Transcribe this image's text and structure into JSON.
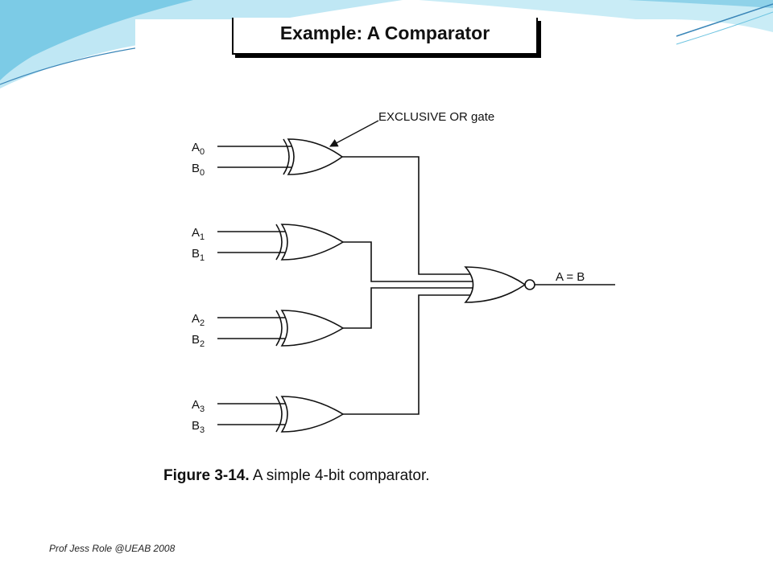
{
  "slide": {
    "title": "Example: A Comparator",
    "footer": "Prof Jess Role @UEAB 2008"
  },
  "diagram": {
    "annotation": "EXCLUSIVE OR gate",
    "output_label": "A = B",
    "inputs": [
      {
        "a": "A",
        "b": "B",
        "index": "0"
      },
      {
        "a": "A",
        "b": "B",
        "index": "1"
      },
      {
        "a": "A",
        "b": "B",
        "index": "2"
      },
      {
        "a": "A",
        "b": "B",
        "index": "3"
      }
    ],
    "caption_label": "Figure 3-14.",
    "caption_text": "A simple 4-bit comparator."
  },
  "colors": {
    "accent_light": "#b9e6f3",
    "accent_mid": "#6cc3e0",
    "accent_dark": "#3a86b8"
  }
}
